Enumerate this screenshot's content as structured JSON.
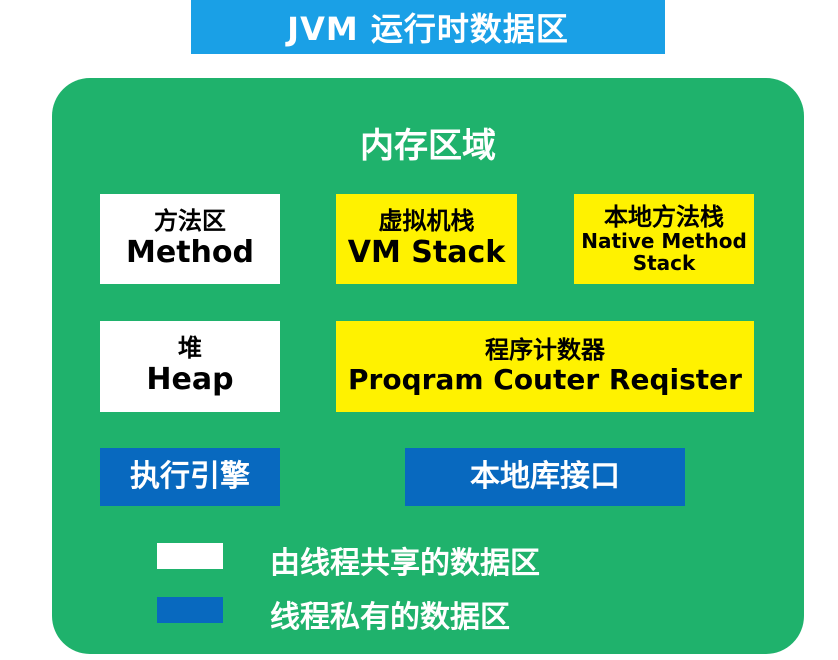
{
  "title": "JVM 运行时数据区",
  "region": {
    "title": "内存区域",
    "method_area": {
      "cn": "方法区",
      "en": "Method"
    },
    "vm_stack": {
      "cn": "虚拟机栈",
      "en": "VM Stack"
    },
    "native_stack": {
      "cn": "本地方法栈",
      "en_line1": "Native Method",
      "en_line2": "Stack"
    },
    "heap": {
      "cn": "堆",
      "en": "Heap"
    },
    "pc_register": {
      "cn": "程序计数器",
      "en": "Proqram Couter Reqister"
    },
    "execution_engine": {
      "label": "执行引擎"
    },
    "native_interface": {
      "label": "本地库接口"
    }
  },
  "legend": [
    {
      "label": "由线程共享的数据区",
      "color": "#ffffff"
    },
    {
      "label": "线程私有的数据区",
      "color": "#0869bf"
    }
  ],
  "colors": {
    "title_bar": "#1aa0e6",
    "region": "#1fb26c",
    "shared": "#ffffff",
    "private_yellow": "#fff200",
    "private_blue": "#0869bf"
  }
}
